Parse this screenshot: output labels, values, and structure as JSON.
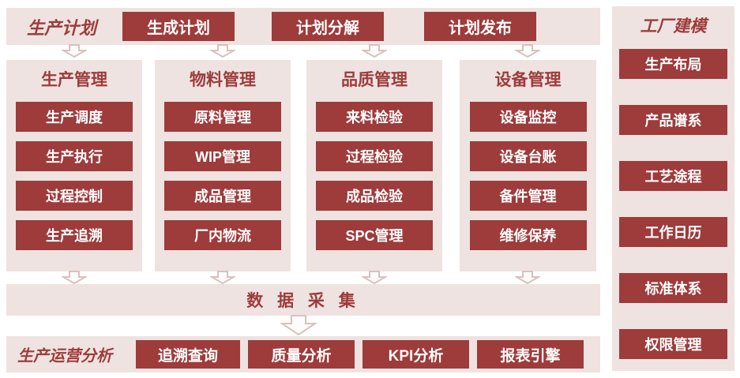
{
  "colors": {
    "dark_red": "#9e3b3b",
    "panel_pink": "#eee3e0",
    "arrow_fill": "#fdfbfb",
    "arrow_stroke": "#d9c1bd"
  },
  "top": {
    "label": "生产计划",
    "buttons": [
      "生成计划",
      "计划分解",
      "计划发布"
    ]
  },
  "columns": [
    {
      "title": "生产管理",
      "items": [
        "生产调度",
        "生产执行",
        "过程控制",
        "生产追溯"
      ]
    },
    {
      "title": "物料管理",
      "items": [
        "原料管理",
        "WIP管理",
        "成品管理",
        "厂内物流"
      ]
    },
    {
      "title": "品质管理",
      "items": [
        "来料检验",
        "过程检验",
        "成品检验",
        "SPC管理"
      ]
    },
    {
      "title": "设备管理",
      "items": [
        "设备监控",
        "设备台账",
        "备件管理",
        "维修保养"
      ]
    }
  ],
  "data_collection": {
    "label": "数 据 采 集"
  },
  "bottom": {
    "label": "生产运营分析",
    "buttons": [
      "追溯查询",
      "质量分析",
      "KPI分析",
      "报表引擎"
    ]
  },
  "right": {
    "title": "工厂建模",
    "items": [
      "生产布局",
      "产品谱系",
      "工艺途程",
      "工作日历",
      "标准体系",
      "权限管理"
    ]
  }
}
